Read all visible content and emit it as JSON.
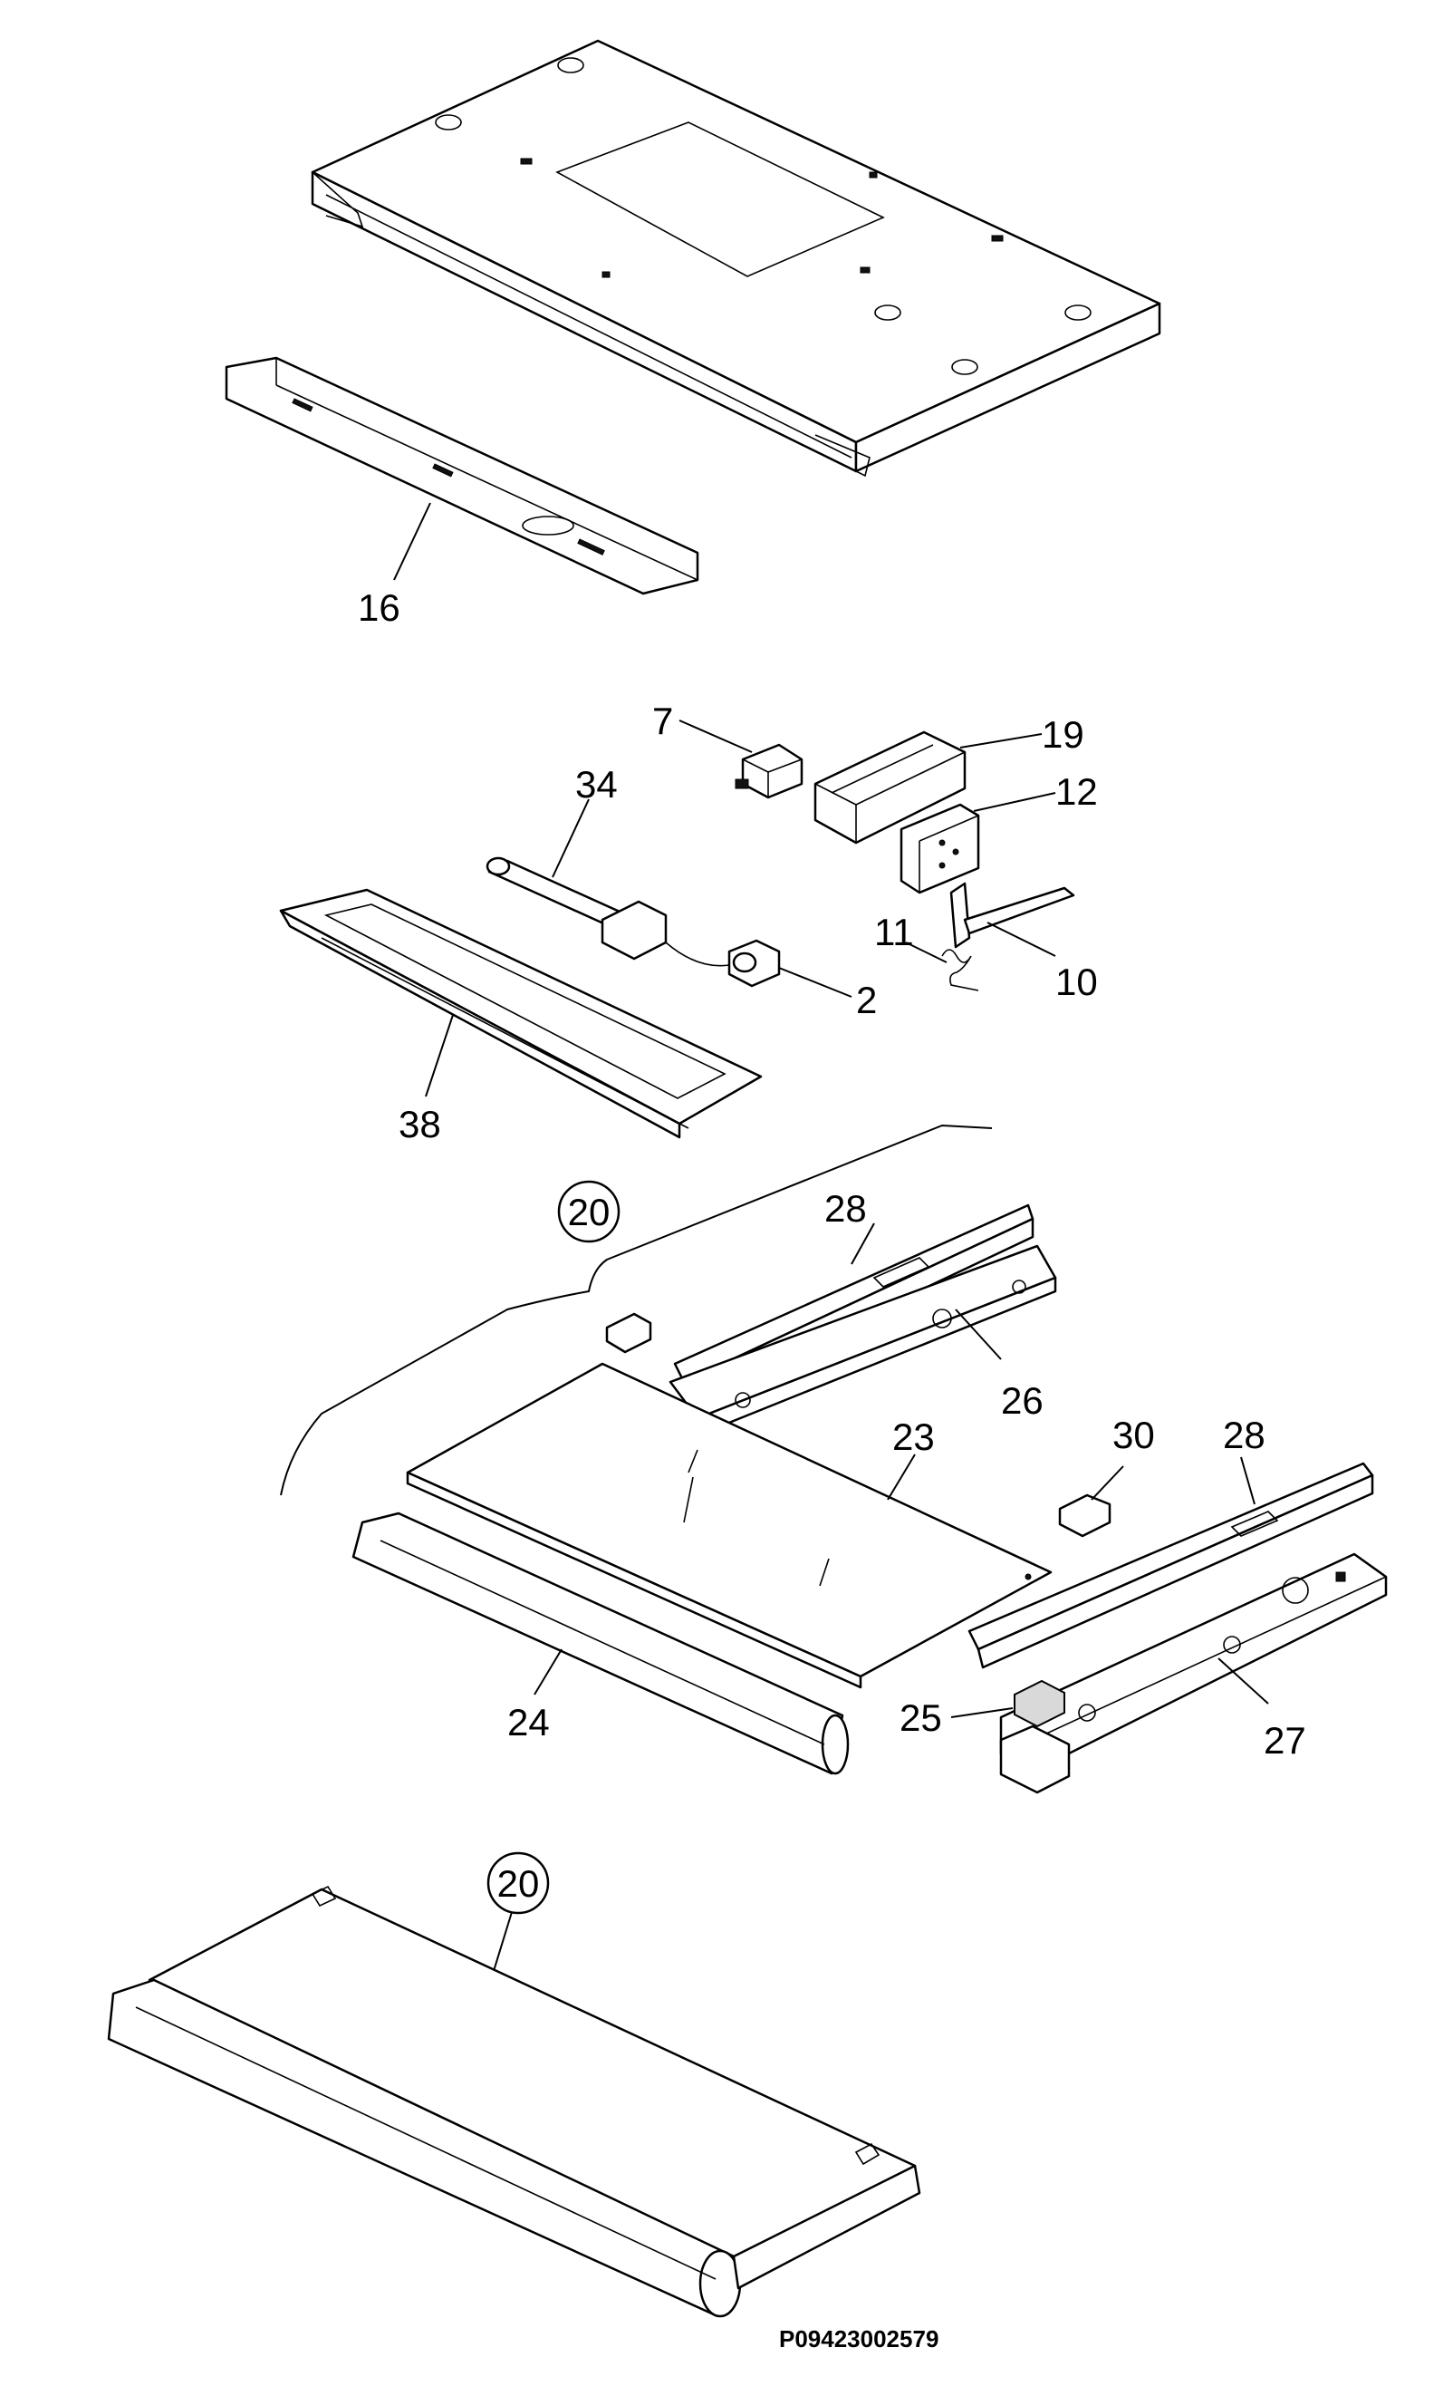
{
  "labels": {
    "p16": "16",
    "p7": "7",
    "p19": "19",
    "p34": "34",
    "p12": "12",
    "p11": "11",
    "p10": "10",
    "p2": "2",
    "p38": "38",
    "p20a": "20",
    "p28a": "28",
    "p26": "26",
    "p23": "23",
    "p30": "30",
    "p28b": "28",
    "p24": "24",
    "p25": "25",
    "p27": "27",
    "p20b": "20"
  },
  "diagram_code": "P09423002579"
}
